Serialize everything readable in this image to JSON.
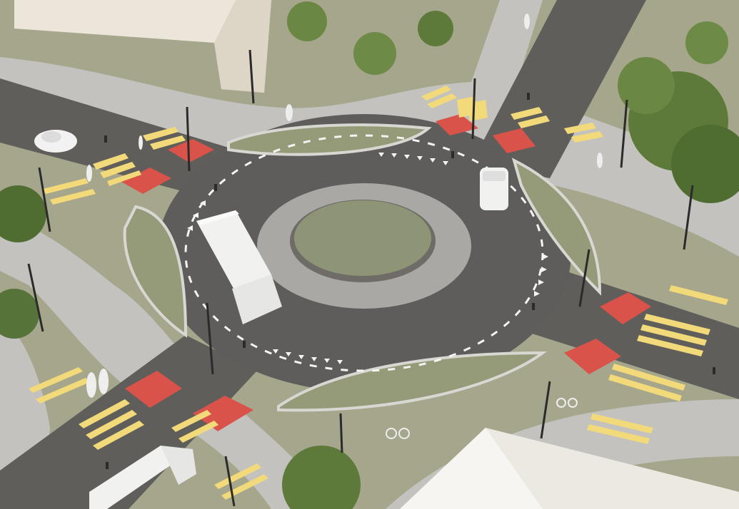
{
  "scene": {
    "subject": "roundabout",
    "colors": {
      "asphalt": "#5e5d5b",
      "asphalt_light": "#6c6b68",
      "sidewalk": "#bdbcb8",
      "curb": "#d2d1cc",
      "grass": "#9a9c7e",
      "island_grass": "#8e9476",
      "apron": "#a9a8a4",
      "red_surface": "#d9534a",
      "crossing_yellow": "#f2da7a",
      "marking_white": "#f4f4f2",
      "tree": "#5d7a3a",
      "building": "#e9e2d6"
    },
    "vehicles": [
      "car",
      "truck",
      "van",
      "truck"
    ],
    "pedestrians": 5,
    "cyclists": 2
  }
}
